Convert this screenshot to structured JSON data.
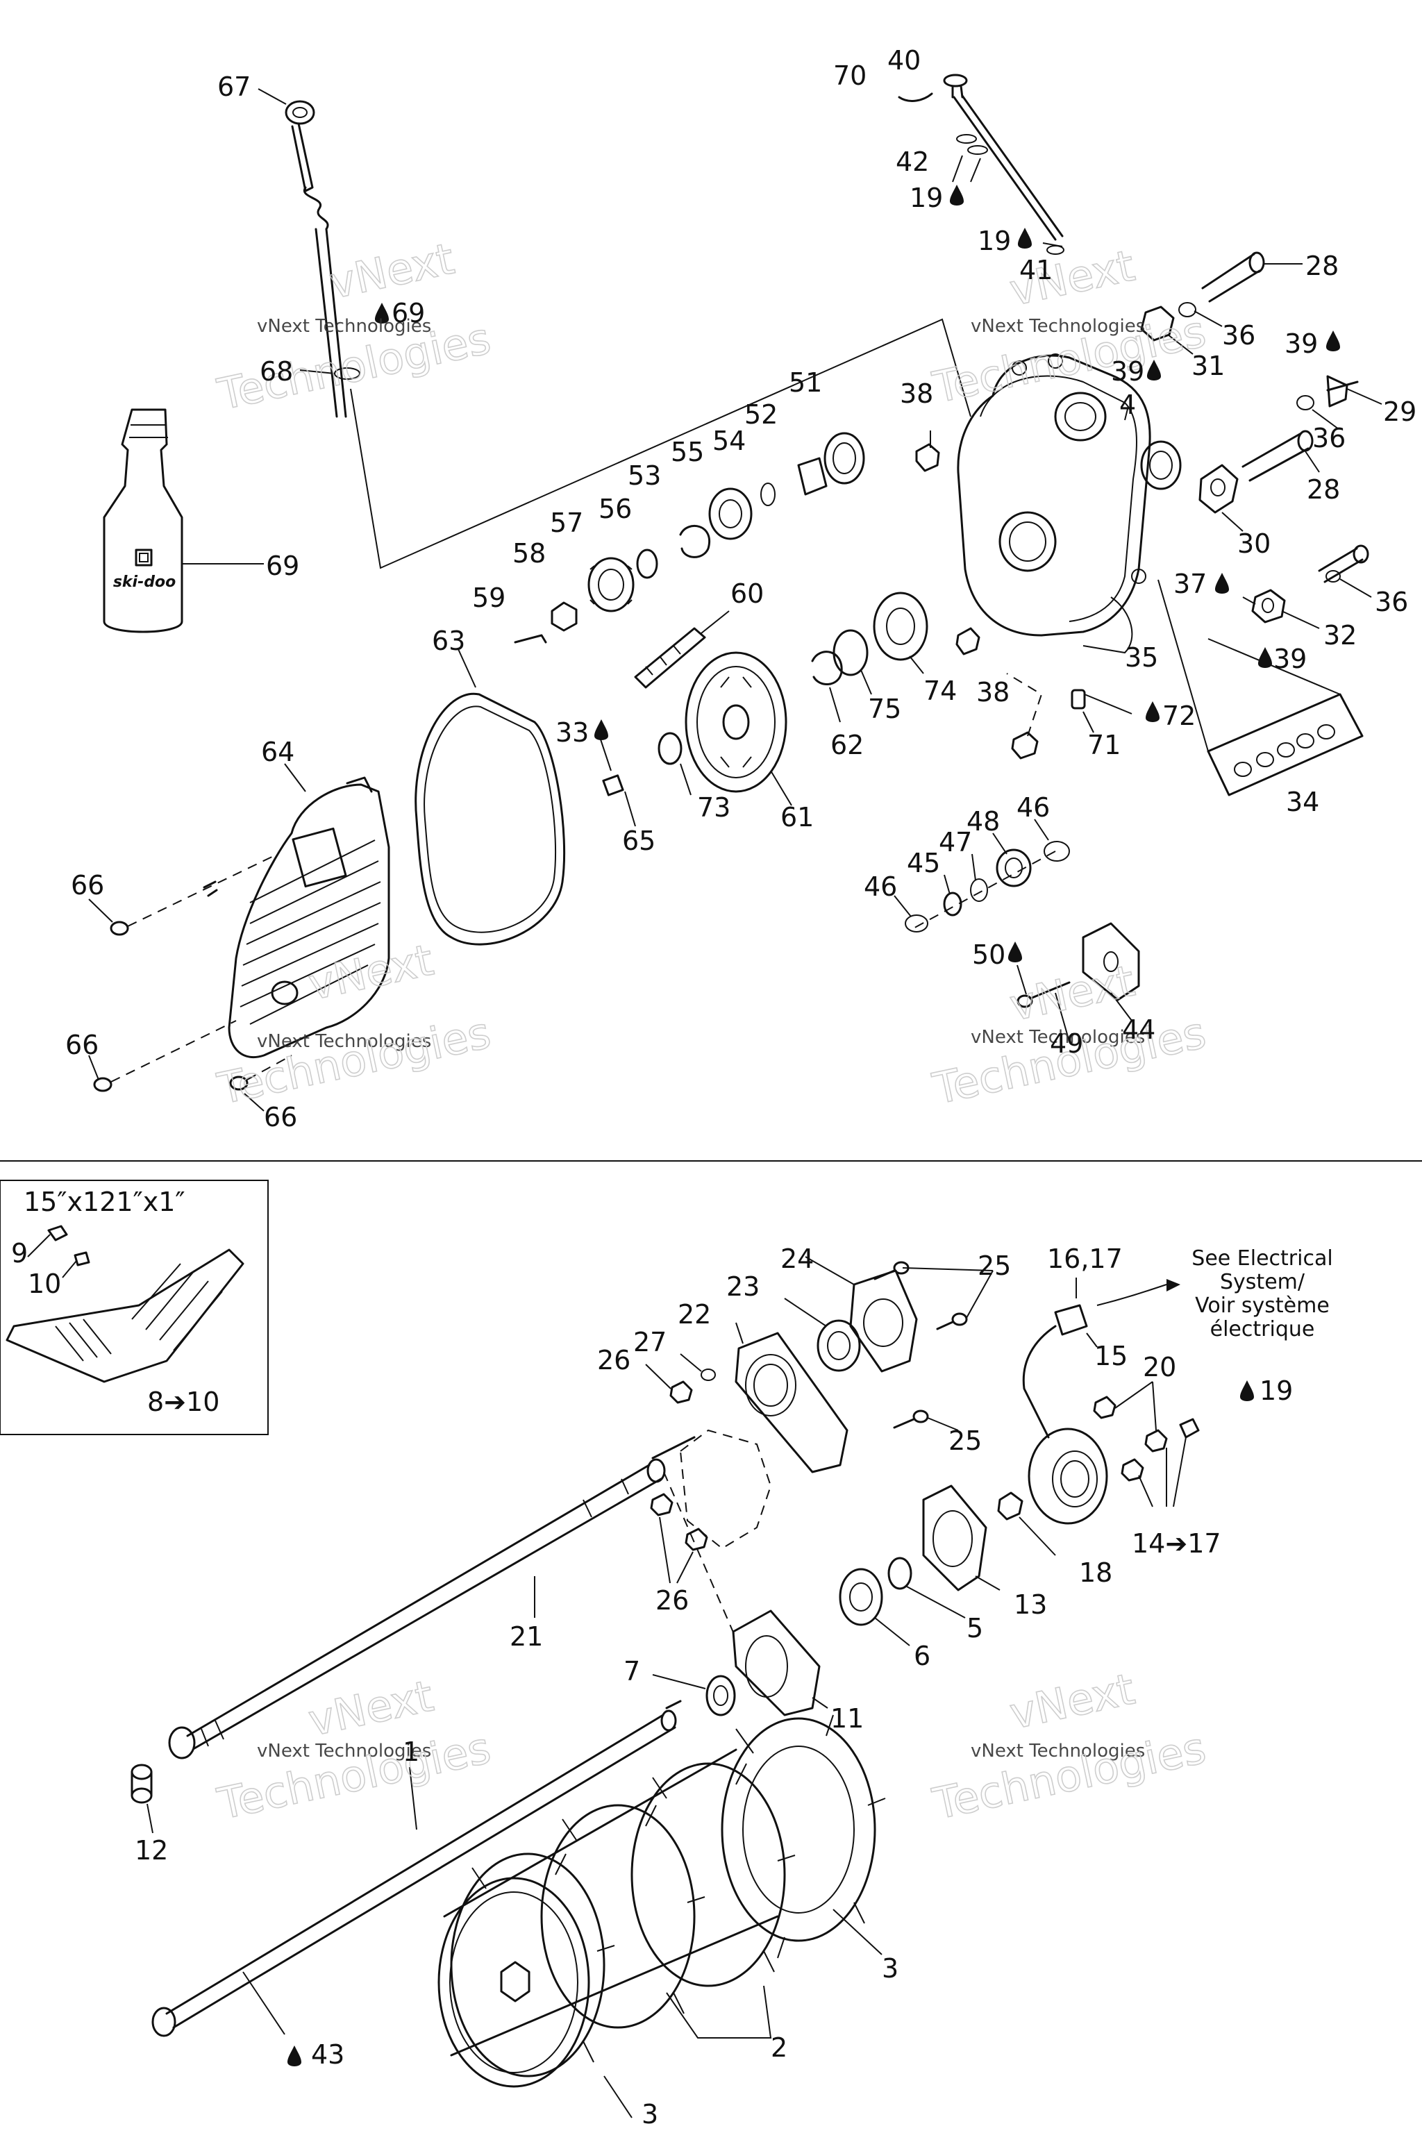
{
  "callouts": {
    "c67": "67",
    "c70": "70",
    "c40": "40",
    "c42": "42",
    "c19a": "19",
    "c19b": "19",
    "c41": "41",
    "c28a": "28",
    "c36a": "36",
    "c31": "31",
    "c39a": "39",
    "c39b": "39",
    "c29": "29",
    "c4": "4",
    "c36b": "36",
    "c28b": "28",
    "c30": "30",
    "c69a": "69",
    "c68": "68",
    "c69b": "69",
    "c51": "51",
    "c52": "52",
    "c54": "54",
    "c55": "55",
    "c53": "53",
    "c56": "56",
    "c57": "57",
    "c58": "58",
    "c59": "59",
    "c60": "60",
    "c38a": "38",
    "c37": "37",
    "c36c": "36",
    "c32": "32",
    "c35": "35",
    "c39c": "39",
    "c74": "74",
    "c75": "75",
    "c62": "62",
    "c38b": "38",
    "c72": "72",
    "c71": "71",
    "c34": "34",
    "c63": "63",
    "c64": "64",
    "c33": "33",
    "c65": "65",
    "c73": "73",
    "c61": "61",
    "c46a": "46",
    "c48": "48",
    "c47": "47",
    "c45": "45",
    "c46b": "46",
    "c50": "50",
    "c44": "44",
    "c49": "49",
    "c66a": "66",
    "c66b": "66",
    "c66c": "66",
    "c9": "9",
    "c10": "10",
    "c8to10": "8➔10",
    "c24": "24",
    "c25a": "25",
    "c23": "23",
    "c22": "22",
    "c27": "27",
    "c26a": "26",
    "c25b": "25",
    "c1617": "16,17",
    "c15": "15",
    "c20": "20",
    "c19c": "19",
    "c18": "18",
    "c1417": "14➔17",
    "c13": "13",
    "c5": "5",
    "c6": "6",
    "c11": "11",
    "c7": "7",
    "c26b": "26",
    "c21": "21",
    "c12": "12",
    "c1": "1",
    "c3a": "3",
    "c2": "2",
    "c3b": "3",
    "c43": "43"
  },
  "track_size": "15″x121″x1″",
  "electrical_note": {
    "line1": "See Electrical",
    "line2": "System/",
    "line3": "Voir système",
    "line4": "électrique"
  },
  "bottle_logo": "ski-doo",
  "watermark": {
    "line1": "vNext",
    "line2": "vNext Technologies",
    "line3": "Technologies"
  }
}
